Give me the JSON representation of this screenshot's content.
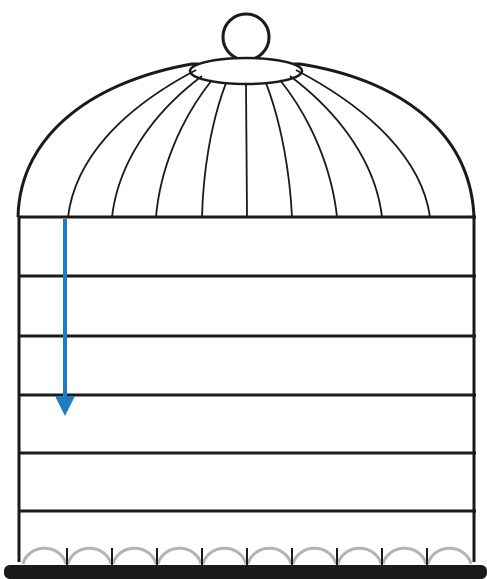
{
  "colors": {
    "line": "#1a1a1a",
    "arrow": "#1f7bc4",
    "base_arcs": "#b3b3b3",
    "base_bar": "#1a1a1a",
    "background": "#ffffff"
  },
  "figure": {
    "subject": "birdcage",
    "dome_ribs": 9,
    "horizontal_bars": 6,
    "base_arcs": 10,
    "arrow_direction": "down"
  }
}
